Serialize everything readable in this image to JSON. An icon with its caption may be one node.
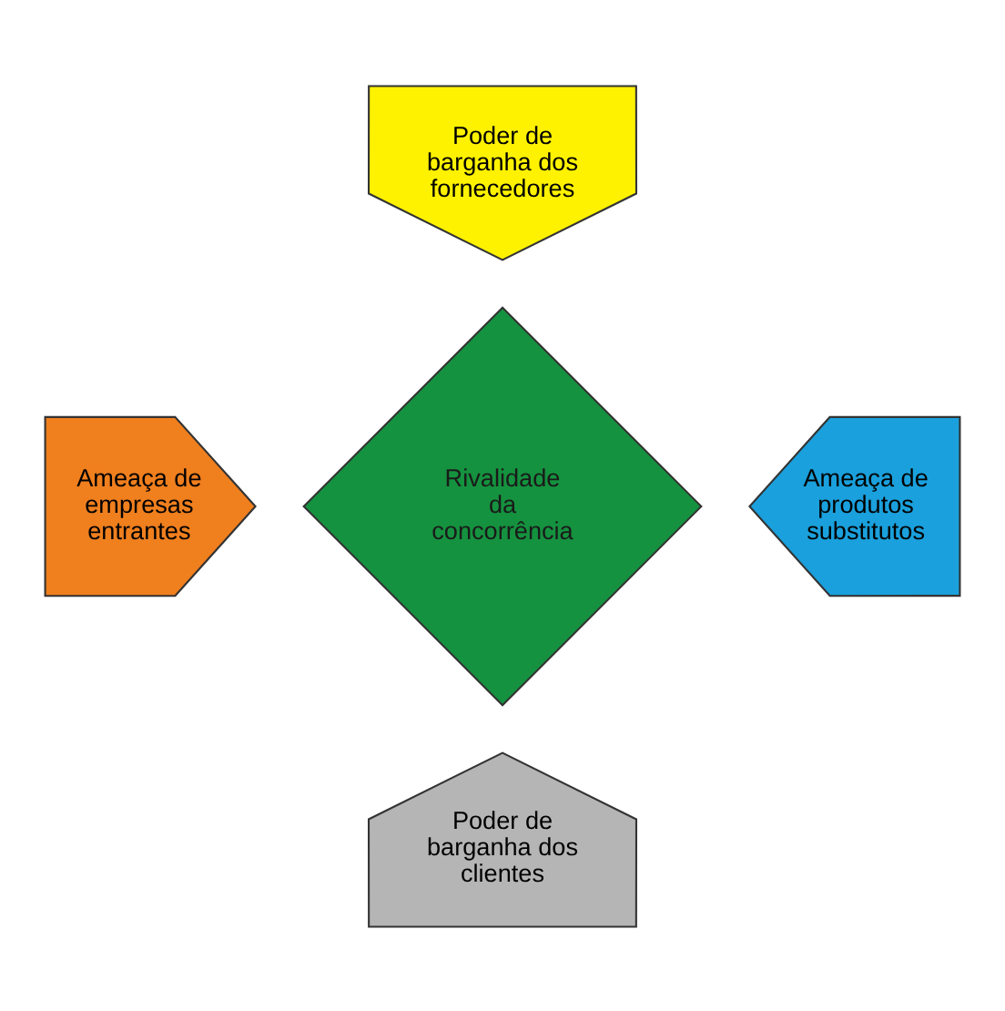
{
  "diagram": {
    "nodes": [
      {
        "text": [
          "Poder de barganha dos fornecedores"
        ]
      },
      {
        "text": [
          "Ameaça de empresas entrantes"
        ]
      },
      {
        "text": [
          "Rivalidade da concorrência"
        ]
      },
      {
        "text": [
          "Ameaça de produtos substitutos"
        ]
      },
      {
        "text": [
          "Poder de barganha dos clientes"
        ]
      }
    ]
  }
}
